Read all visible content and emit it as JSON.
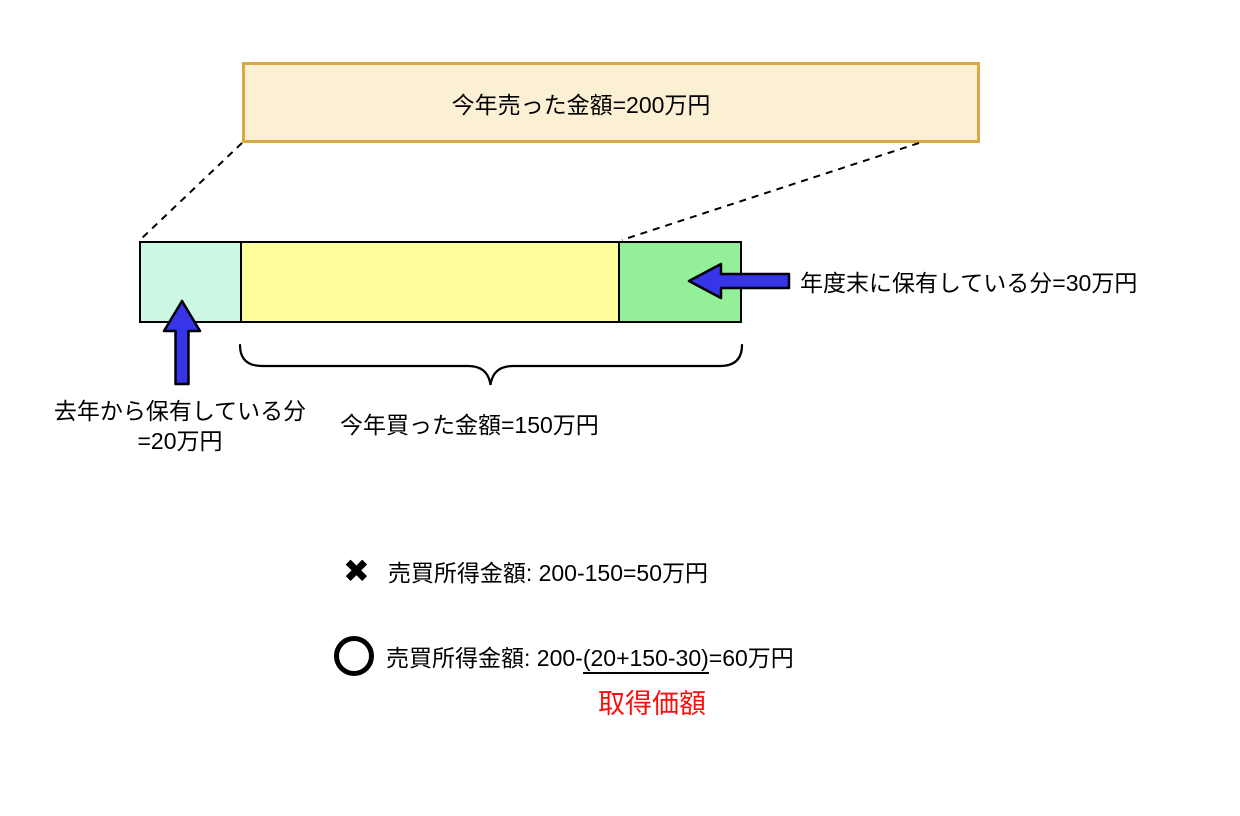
{
  "colors": {
    "box_fill": "#FBF0D3",
    "box_border": "#D9A843",
    "segment_mint": "#CCF7E3",
    "segment_yellow": "#FDFD99",
    "segment_green": "#94F098",
    "arrow_blue": "#3636E8",
    "annotation_red": "#FC0D0D",
    "line_black": "#000000"
  },
  "diagram": {
    "sold_box_label": "今年売った金額=200万円",
    "bar_segments": [
      {
        "name": "held-from-last-year",
        "amount": "20万円",
        "color": "#CCF7E3"
      },
      {
        "name": "bought-and-sold-this-year",
        "color": "#FDFD99"
      },
      {
        "name": "held-at-year-end",
        "amount": "30万円",
        "color": "#94F098"
      }
    ],
    "left_label_line1": "去年から保有している分",
    "left_label_line2": "=20万円",
    "right_label": "年度末に保有している分=30万円",
    "brace_label": "今年買った金額=150万円"
  },
  "formulas": {
    "wrong_mark": "✖",
    "wrong_text": "売買所得金額: 200-150=50万円",
    "correct_prefix": "売買所得金額: 200-",
    "correct_underlined": "(20+150-30)",
    "correct_suffix": "=60万円",
    "annotation": "取得価額"
  }
}
